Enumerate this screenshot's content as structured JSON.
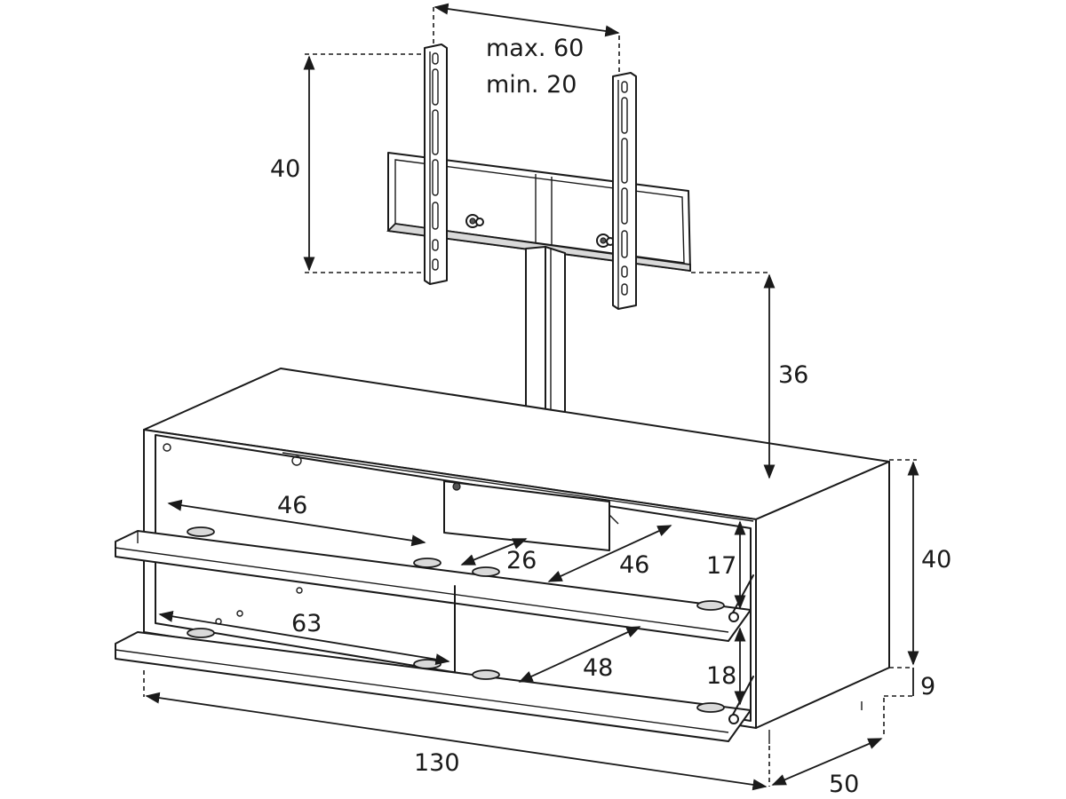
{
  "labels": {
    "bracket_spacing_max": "max. 60",
    "bracket_spacing_min": "min. 20",
    "bracket_height": "40",
    "mount_to_top": "36",
    "cabinet_height": "40",
    "foot_height": "9",
    "width": "130",
    "depth": "50",
    "upper_shelf_width": "46",
    "upper_divider": "26",
    "upper_shelf_depth": "46",
    "upper_compartment_height": "17",
    "lower_shelf_width": "63",
    "lower_shelf_depth": "48",
    "lower_compartment_height": "18"
  }
}
